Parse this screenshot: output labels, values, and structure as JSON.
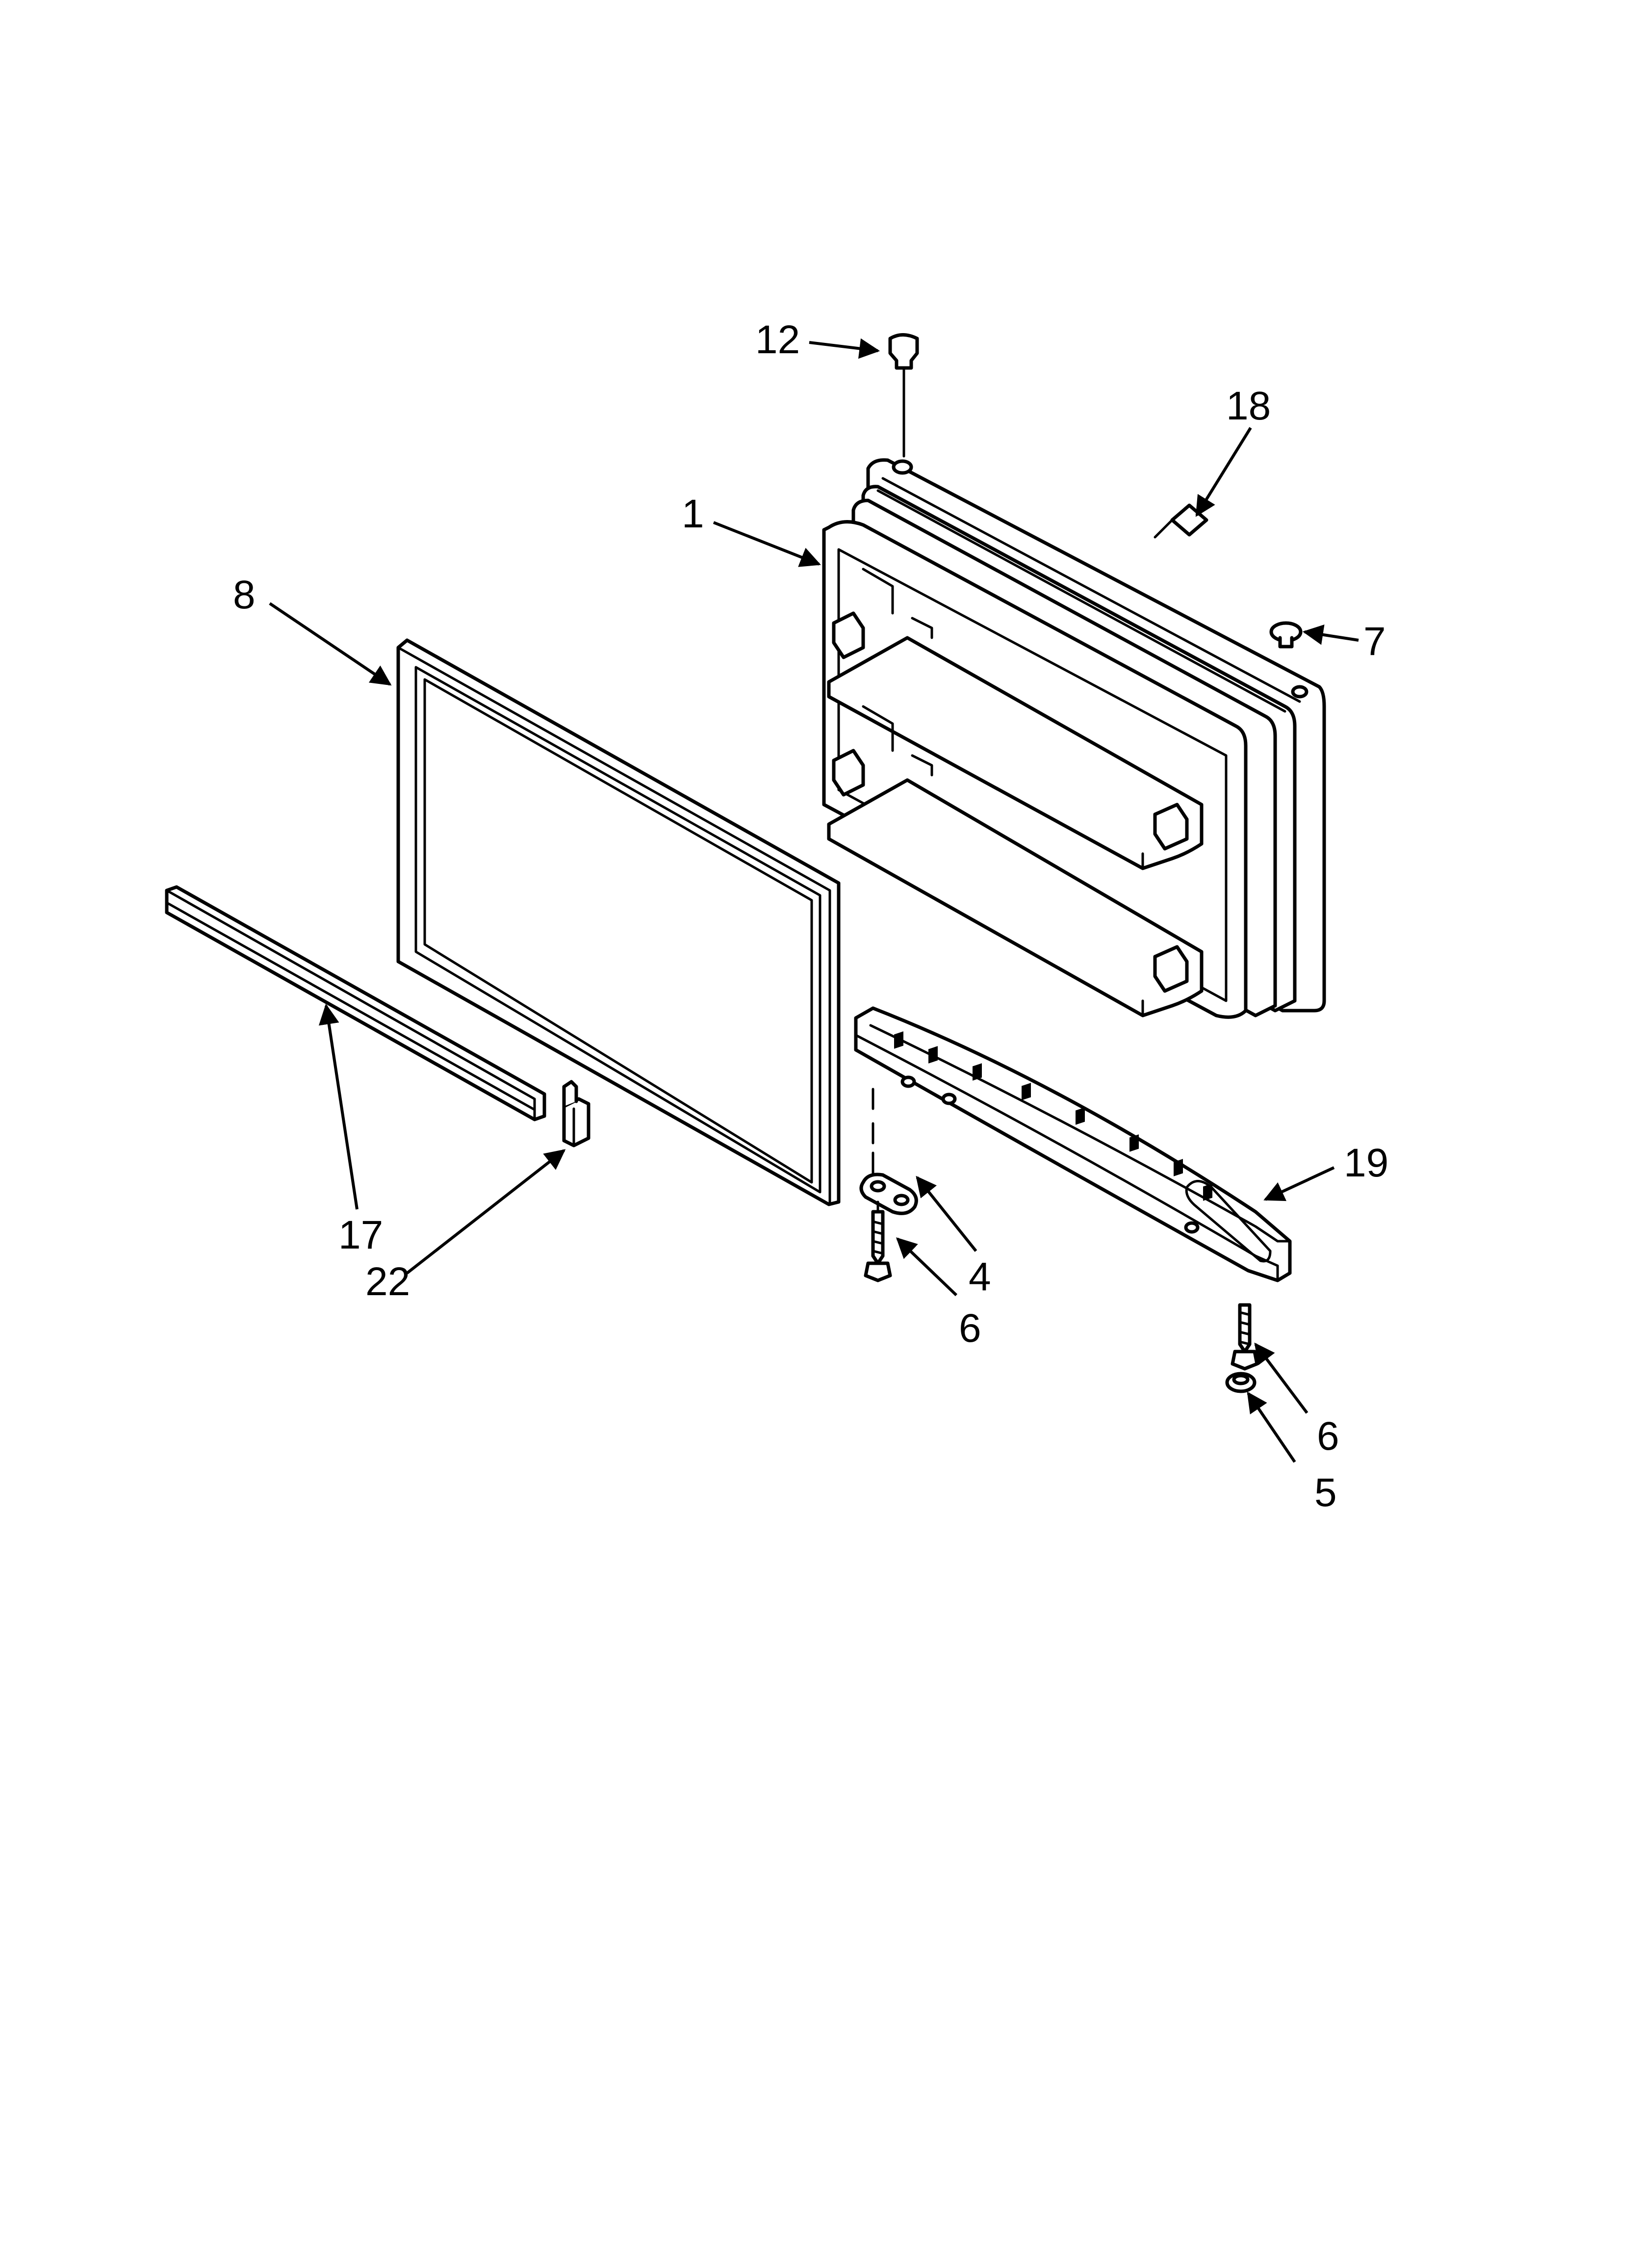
{
  "callouts": {
    "c1": "1",
    "c4": "4",
    "c5": "5",
    "c6a": "6",
    "c6b": "6",
    "c7": "7",
    "c8": "8",
    "c12": "12",
    "c17": "17",
    "c18": "18",
    "c19": "19",
    "c22": "22"
  },
  "colors": {
    "ink": "#000000",
    "paper": "#ffffff"
  }
}
